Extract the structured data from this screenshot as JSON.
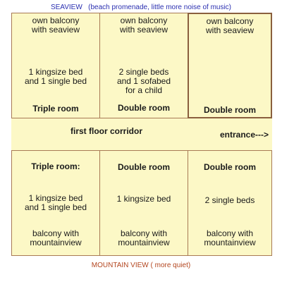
{
  "captions": {
    "top_title": "SEAVIEW",
    "top_note": "(beach promenade, little more noise of music)",
    "bottom_title": "MOUNTAIN VIEW",
    "bottom_note": "( more quiet)"
  },
  "colors": {
    "room_fill": "#fcf8c6",
    "wall": "#a87a55",
    "seaview_caption": "#2a2fb0",
    "mountain_caption": "#b3461f"
  },
  "corridor": {
    "label": "first floor corridor",
    "entrance": "entrance--->"
  },
  "top_rooms": [
    {
      "view": "own balcony\nwith seaview",
      "beds": "1 kingsize bed\nand 1 single bed",
      "type": "Triple room"
    },
    {
      "view": "own balcony\nwith seaview",
      "beds": "2 single beds\nand 1 sofabed\nfor a child",
      "type": "Double room"
    },
    {
      "view": "own balcony\nwith seaview",
      "beds": "",
      "type": "Double room"
    }
  ],
  "bottom_rooms": [
    {
      "type": "Triple room:",
      "beds": "1 kingsize bed\nand 1 single bed",
      "view": "balcony with\nmountainview"
    },
    {
      "type": "Double room",
      "beds": "1 kingsize bed",
      "view": "balcony with\nmountainview"
    },
    {
      "type": "Double room",
      "beds": "2 single beds",
      "view": "balcony with\nmountainview"
    }
  ]
}
